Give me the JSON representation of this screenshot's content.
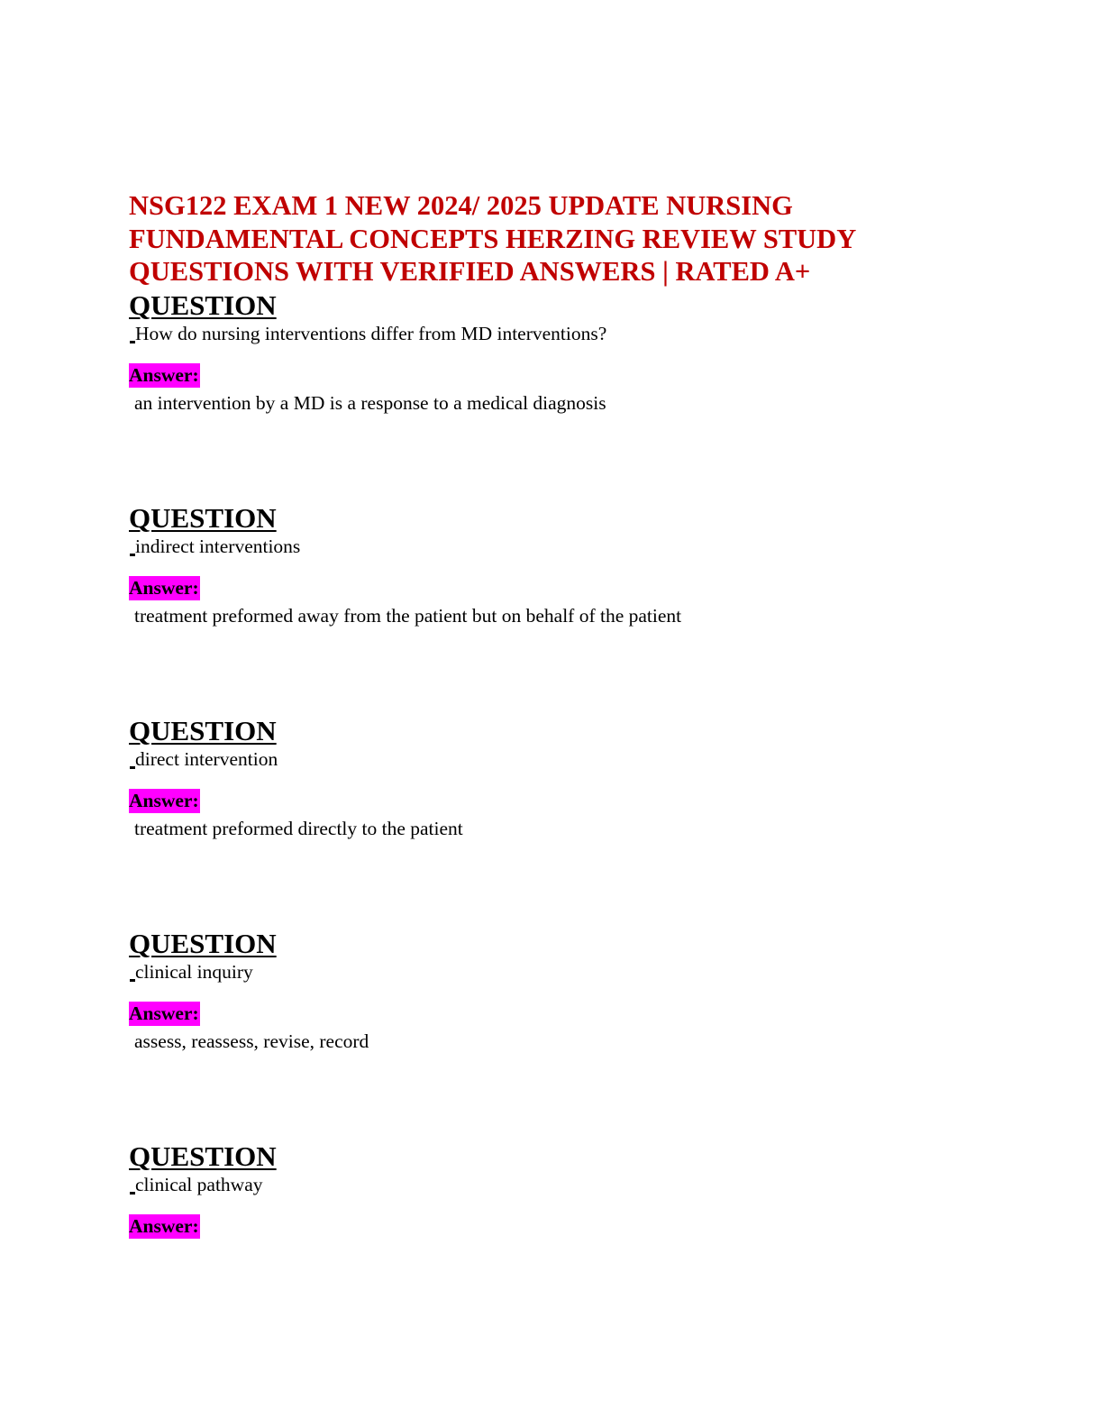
{
  "document": {
    "title": "NSG122 EXAM 1 NEW 2024/ 2025 UPDATE NURSING FUNDAMENTAL CONCEPTS HERZING REVIEW STUDY QUESTIONS WITH VERIFIED ANSWERS | RATED A+",
    "question_label": "QUESTION",
    "answer_label": "Answer:",
    "items": [
      {
        "question": "How do nursing interventions differ from MD interventions?",
        "answer": "an intervention by a MD is a response to a medical diagnosis"
      },
      {
        "question": "indirect interventions",
        "answer": "treatment preformed away from the patient but on behalf of the patient"
      },
      {
        "question": "direct intervention",
        "answer": "treatment preformed directly to the patient"
      },
      {
        "question": "clinical inquiry",
        "answer": "assess, reassess, revise, record"
      },
      {
        "question": "clinical pathway",
        "answer": ""
      }
    ]
  }
}
